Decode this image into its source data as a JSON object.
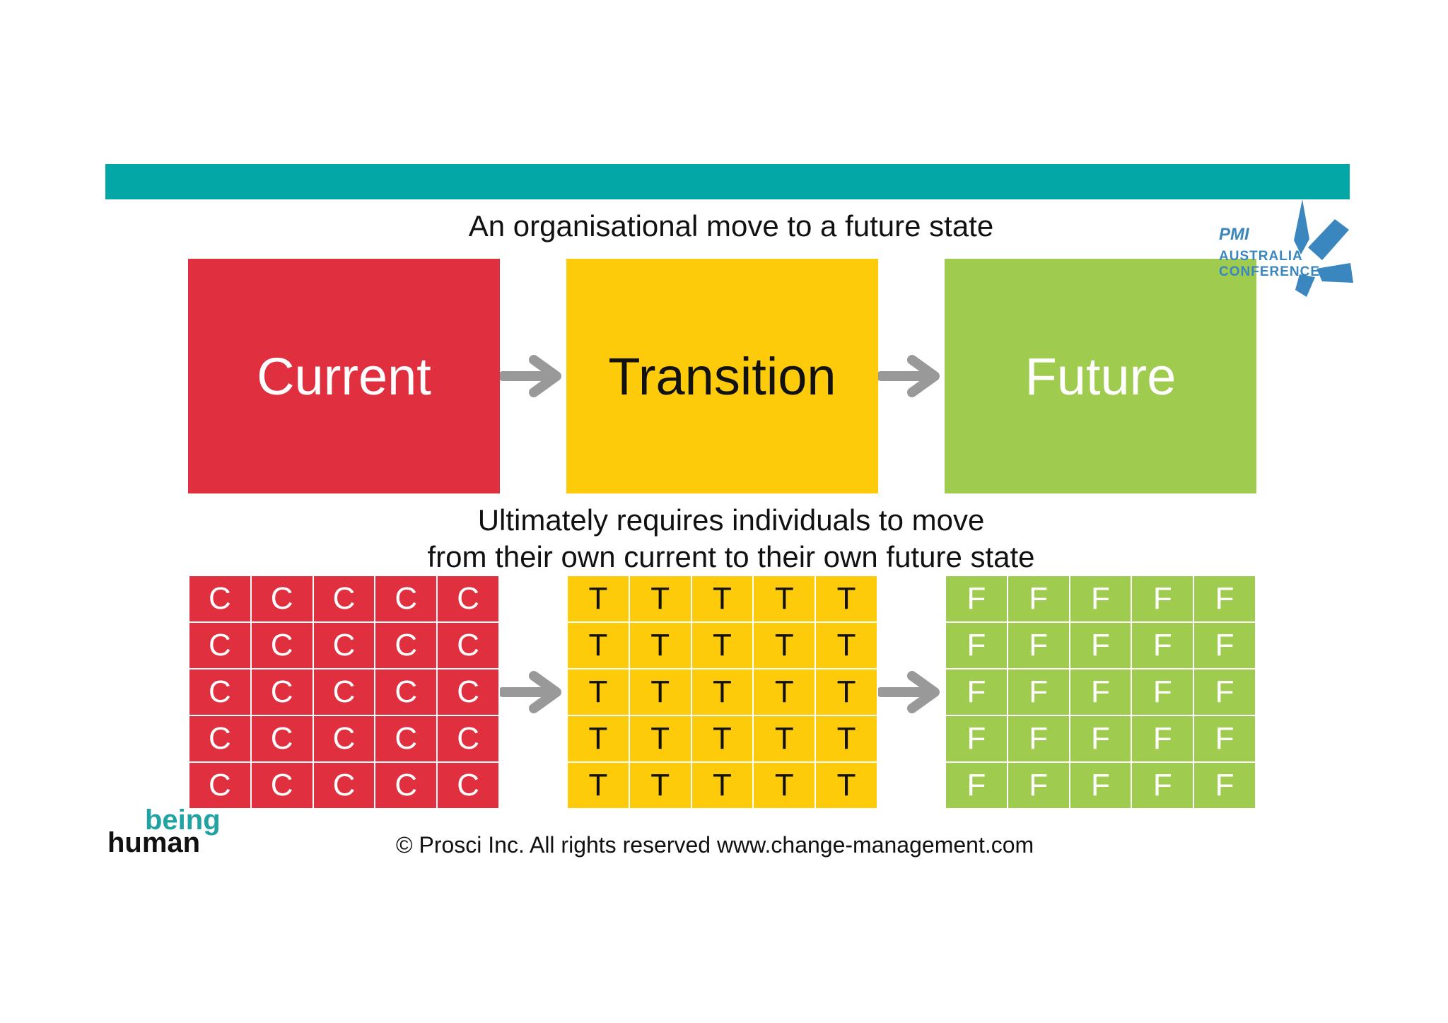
{
  "heading_top": "An organisational move to a future state",
  "heading_bottom_line1": "Ultimately requires individuals to move",
  "heading_bottom_line2": "from their own current to their own future state",
  "states": [
    {
      "id": "current",
      "label": "Current",
      "cell_letter": "C",
      "color": "#e0303f",
      "text_color": "#ffffff"
    },
    {
      "id": "transition",
      "label": "Transition",
      "cell_letter": "T",
      "color": "#fdcb0a",
      "text_color": "#111111"
    },
    {
      "id": "future",
      "label": "Future",
      "cell_letter": "F",
      "color": "#9fcb4f",
      "text_color": "#ffffff"
    }
  ],
  "grid_rows": 5,
  "grid_cols": 5,
  "copyright": "© Prosci Inc. All rights reserved www.change-management.com",
  "logo_being": "being",
  "logo_human": "human",
  "pmi_logo": {
    "wordmark": "PMI",
    "line1": "AUSTRALIA",
    "line2": "CONFERENCE"
  },
  "colors": {
    "top_bar": "#03a8a6",
    "arrow": "#999999",
    "pmi_blue": "#3a86bf"
  },
  "icons": {
    "arrow": "right-arrow-icon",
    "pmi": "pmi-australia-conference-logo"
  }
}
